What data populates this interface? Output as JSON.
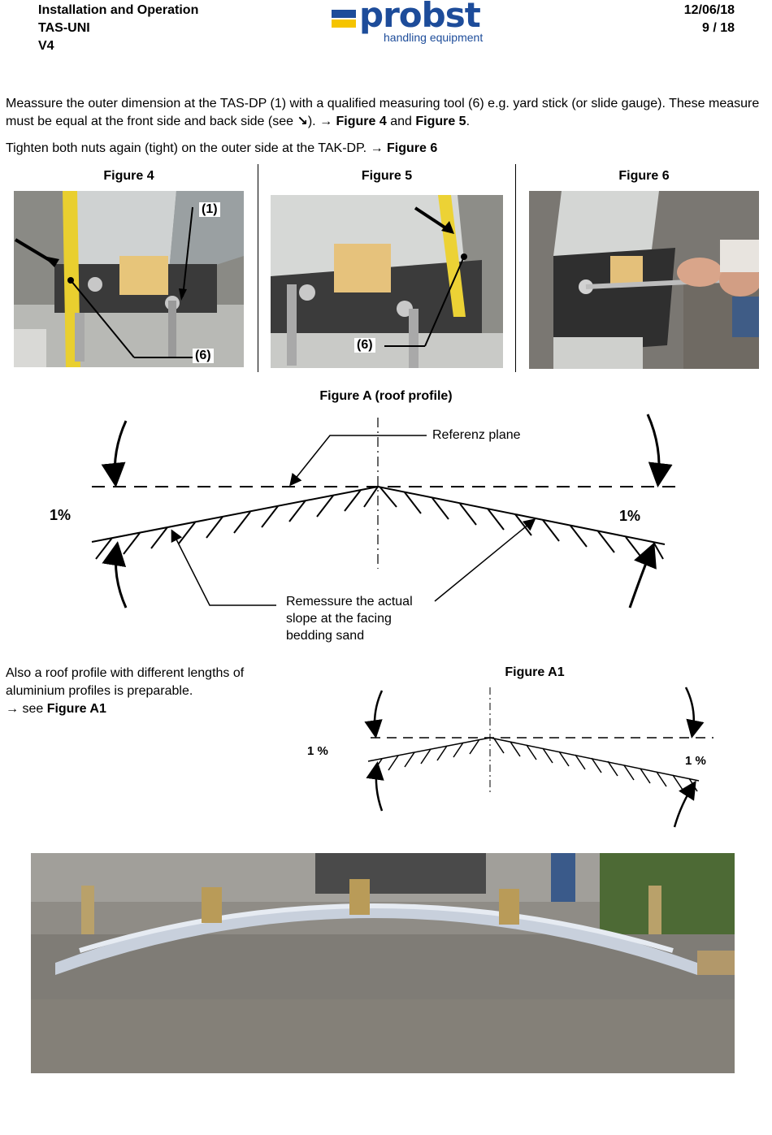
{
  "header": {
    "title_line1": "Installation and Operation",
    "title_line2": "TAS-UNI",
    "title_line3": "V4",
    "date": "12/06/18",
    "page": "9 / 18",
    "logo": {
      "word": "probst",
      "tagline": "handling equipment",
      "brand_color": "#1d4c9a",
      "accent_color": "#f5c400"
    }
  },
  "body": {
    "p1_text": "Meassure the outer dimension at the TAS-DP (1) with a qualified measuring tool (6) e.g. yard stick (or slide gauge). These measure must be equal at the front side and back side (see ",
    "p1_arrow": "↘",
    "p1_mid": "). → ",
    "p1_fig4": "Figure 4",
    "p1_and": " and ",
    "p1_fig5": "Figure 5",
    "p1_end": ".",
    "p2_text": "Tighten both nuts again (tight) on the outer side at the TAK-DP. → ",
    "p2_fig6": "Figure 6"
  },
  "figures": {
    "fig4_caption": "Figure 4",
    "fig5_caption": "Figure 5",
    "fig6_caption": "Figure 6",
    "label_1": "(1)",
    "label_6": "(6)"
  },
  "figureA": {
    "caption": "Figure A (roof profile)",
    "reference_label": "Referenz plane",
    "slope_left": "1%",
    "slope_right": "1%",
    "note_line1": "Remessure the actual",
    "note_line2": "slope at the facing",
    "note_line3": "bedding sand"
  },
  "figureA1": {
    "caption": "Figure A1",
    "slope_left": "1 %",
    "slope_right": "1 %"
  },
  "side_text": {
    "line1": "Also a roof profile with different lengths of",
    "line2": "aluminium profiles is preparable.",
    "line3_prefix": "→ see ",
    "line3_ref": "Figure A1"
  }
}
